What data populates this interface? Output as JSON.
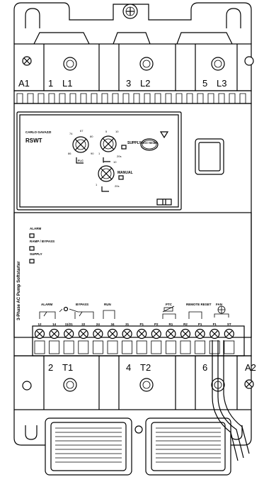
{
  "power_terminals": {
    "a1": "A1",
    "l1_num": "1",
    "l1": "L1",
    "l2_num": "3",
    "l2": "L2",
    "l3_num": "5",
    "l3": "L3",
    "t1_num": "2",
    "t1": "T1",
    "t2_num": "4",
    "t2": "T2",
    "t3_num": "6",
    "a2": "A2"
  },
  "settings_panel": {
    "brand_line": "CARLO GAVAZZI",
    "model": "RSWT",
    "supply_label": "SUPPLY",
    "manual_label": "MANUAL",
    "test_reset": "TEST/ RESET",
    "dial1_ticks": [
      "74",
      "67",
      "80",
      "86",
      "90"
    ],
    "dial1_sub": "FLC",
    "dial2_ticks": [
      "5",
      "10",
      "1",
      "20s"
    ],
    "dial3_ticks": [
      "5",
      "10",
      "1",
      "20s"
    ]
  },
  "status_panel": {
    "side_title": "3-Phase AC Pump Softstarter",
    "leds": [
      "ALARM",
      "RAMP / BYPASS",
      "SUPPLY"
    ],
    "groups": [
      "ALARM",
      "BYPASS",
      "RUN",
      "PTC",
      "REMOTE RESET",
      "FAN"
    ],
    "terminals": [
      "12",
      "14",
      "11/21",
      "22",
      "24",
      "34",
      "31",
      "P1",
      "P2",
      "R1",
      "R2",
      "P1",
      "F1",
      "ST"
    ]
  }
}
